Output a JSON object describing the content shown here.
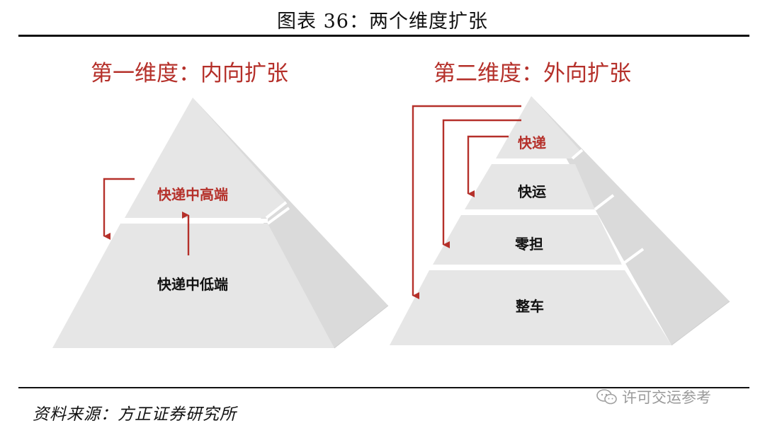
{
  "figure_title": "图表 36：两个维度扩张",
  "left_panel": {
    "title": "第一维度：内向扩张",
    "tiers": [
      {
        "label": "快递中高端"
      },
      {
        "label": "快递中低端"
      }
    ]
  },
  "right_panel": {
    "title": "第二维度：外向扩张",
    "tiers": [
      {
        "label": "快递"
      },
      {
        "label": "快运"
      },
      {
        "label": "零担"
      },
      {
        "label": "整车"
      }
    ]
  },
  "source": "资料来源：方正证券研究所",
  "watermark": "许可交运参考",
  "colors": {
    "accent": "#b5302a",
    "pyramid_face": "#e6e6e6",
    "pyramid_side": "#dcdcdc",
    "text": "#111111"
  }
}
